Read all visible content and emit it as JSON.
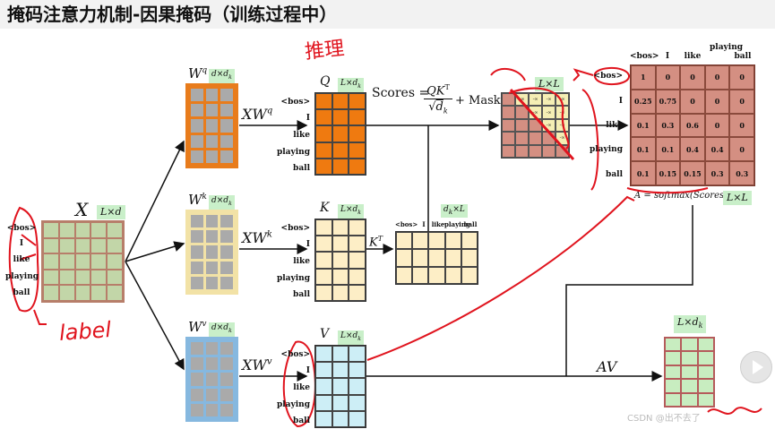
{
  "title": "掩码注意力机制-因果掩码（训练过程中）",
  "handwritten": {
    "top_note": "推理",
    "label_note": "label"
  },
  "tokens": [
    "<bos>",
    "I",
    "like",
    "playing",
    "ball"
  ],
  "x_matrix": {
    "name": "X",
    "dim": "L×d"
  },
  "weights": {
    "wq": {
      "name": "W",
      "sup": "q",
      "dim": "d×d",
      "dim_sub": "k"
    },
    "wk": {
      "name": "W",
      "sup": "k",
      "dim": "d×d",
      "dim_sub": "k"
    },
    "wv": {
      "name": "W",
      "sup": "v",
      "dim": "d×d",
      "dim_sub": "k"
    }
  },
  "products": {
    "xwq": {
      "text": "XW",
      "sup": "q"
    },
    "xwk": {
      "text": "XW",
      "sup": "k"
    },
    "xwv": {
      "text": "XW",
      "sup": "v"
    }
  },
  "q_matrix": {
    "name": "Q",
    "dim": "L×d",
    "dim_sub": "k"
  },
  "k_matrix": {
    "name": "K",
    "dim": "L×d",
    "dim_sub": "k"
  },
  "v_matrix": {
    "name": "V",
    "dim": "L×d",
    "dim_sub": "k"
  },
  "kt_matrix": {
    "label": "K",
    "label_sup": "T",
    "dim": "d",
    "dim_sub": "k",
    "dim_tail": "×L",
    "cols": [
      "<bos>",
      "I",
      "like",
      "playing",
      "ball"
    ]
  },
  "scores": {
    "prefix": "Scores =",
    "numerator": "QK",
    "numerator_sup": "T",
    "denominator": "d",
    "denominator_sub": "k",
    "suffix": "+ Mask",
    "mask_cell": "-∞"
  },
  "score_matrix": {
    "dim": "L×L"
  },
  "attention": {
    "col_headers": [
      "<bos>",
      "I",
      "like",
      "playing",
      "ball"
    ],
    "rows": [
      [
        "1",
        "0",
        "0",
        "0",
        "0"
      ],
      [
        "0.25",
        "0.75",
        "0",
        "0",
        "0"
      ],
      [
        "0.1",
        "0.3",
        "0.6",
        "0",
        "0"
      ],
      [
        "0.1",
        "0.1",
        "0.4",
        "0.4",
        "0"
      ],
      [
        "0.1",
        "0.15",
        "0.15",
        "0.3",
        "0.3"
      ]
    ],
    "formula": "A = softmax(Scores)",
    "dim": "L×L"
  },
  "av": {
    "label": "AV",
    "dim": "L×d",
    "dim_sub": "k"
  },
  "watermark": "CSDN @出不去了",
  "colors": {
    "x_fill": "#c2d6a8",
    "x_border": "#b77e6a",
    "wq": "#e87c1c",
    "wk": "#f2e2a6",
    "wv": "#86b8df",
    "w_cell": "#aaaaaa",
    "q_fill": "#ef7a10",
    "k_fill": "#fdeec6",
    "v_fill": "#cdeef6",
    "score_fill": "#d48f82",
    "score_masked": "#f5eeb4",
    "av_fill": "#c8edc0",
    "av_border": "#b55b5b",
    "badge": "#c9efc9",
    "ink": "#e0141e"
  }
}
